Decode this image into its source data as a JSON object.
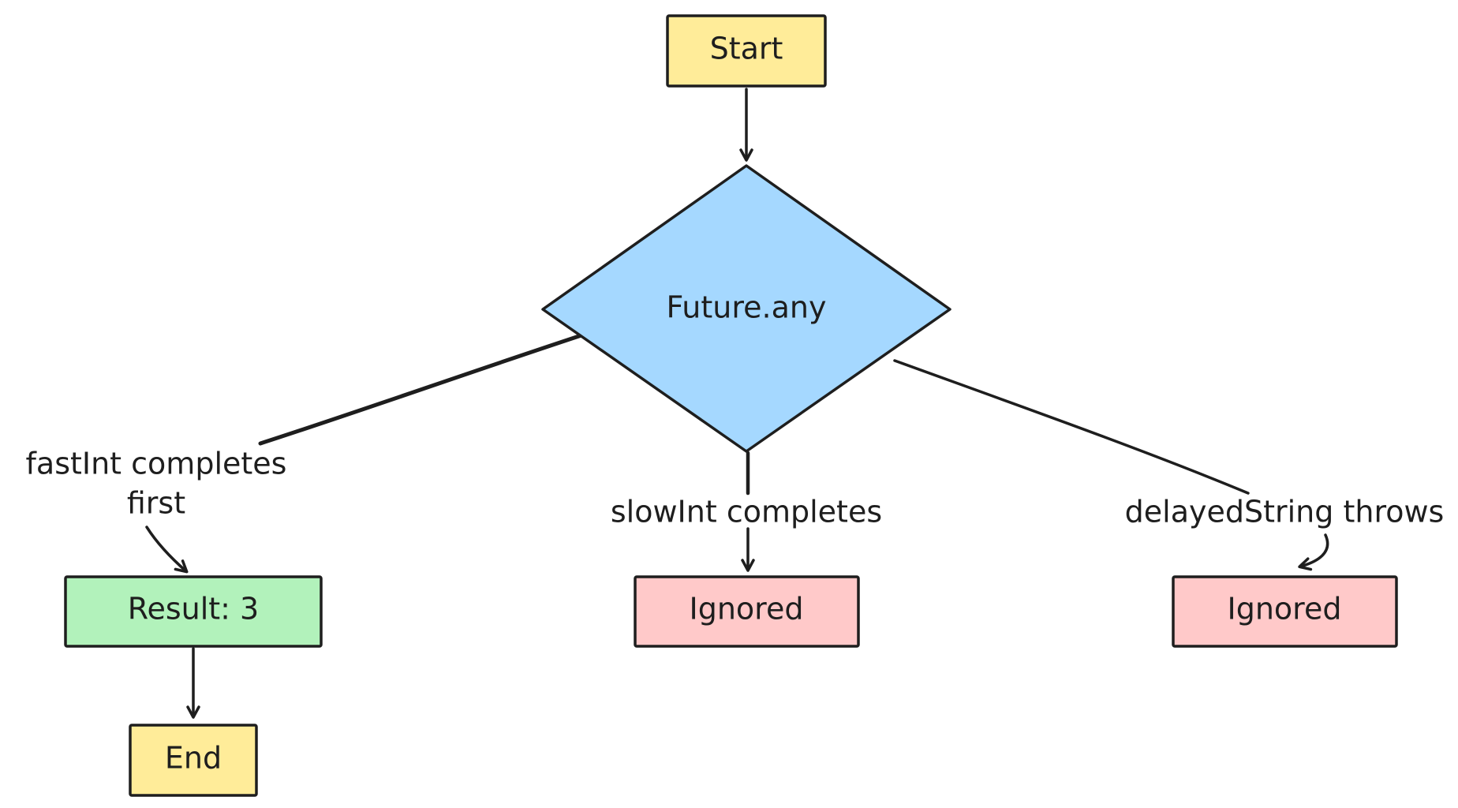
{
  "diagram": {
    "nodes": {
      "start": {
        "label": "Start",
        "shape": "rectangle",
        "fill": "#ffec99"
      },
      "decision": {
        "label": "Future.any",
        "shape": "diamond",
        "fill": "#a5d8ff"
      },
      "result": {
        "label": "Result: 3",
        "shape": "rectangle",
        "fill": "#b2f2bb"
      },
      "ignored_slow": {
        "label": "Ignored",
        "shape": "rectangle",
        "fill": "#ffc9c9"
      },
      "ignored_delayed": {
        "label": "Ignored",
        "shape": "rectangle",
        "fill": "#ffc9c9"
      },
      "end": {
        "label": "End",
        "shape": "rectangle",
        "fill": "#ffec99"
      }
    },
    "edges": {
      "start_to_decision": {
        "from": "Start",
        "to": "Future.any",
        "label": ""
      },
      "decision_to_result": {
        "from": "Future.any",
        "to": "Result: 3",
        "label_line1": "fastInt completes",
        "label_line2": "first"
      },
      "decision_to_slow": {
        "from": "Future.any",
        "to": "Ignored",
        "label": "slowInt completes"
      },
      "decision_to_delayed": {
        "from": "Future.any",
        "to": "Ignored",
        "label": "delayedString throws"
      },
      "result_to_end": {
        "from": "Result: 3",
        "to": "End",
        "label": ""
      }
    },
    "stroke_color": "#1e1e1e"
  }
}
